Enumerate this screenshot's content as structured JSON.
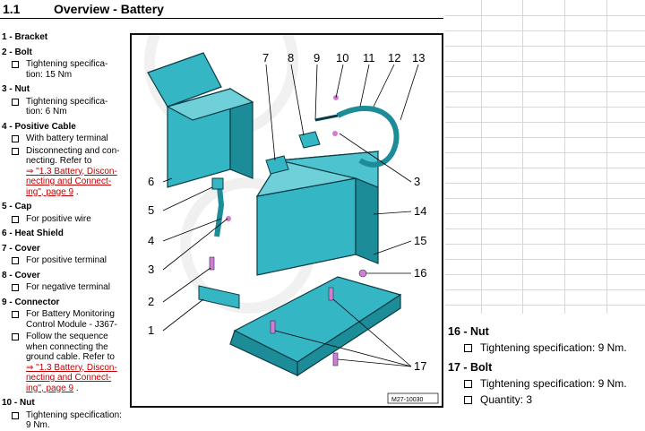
{
  "header": {
    "section_number": "1.1",
    "section_title": "Overview - Battery"
  },
  "left_parts": [
    {
      "label": "1 - Bracket",
      "items": []
    },
    {
      "label": "2 - Bolt",
      "items": [
        "Tightening specifica-",
        "tion: 15 Nm"
      ]
    },
    {
      "label": "3 - Nut",
      "items": [
        "Tightening specifica-",
        "tion: 6 Nm"
      ]
    },
    {
      "label": "4 - Positive Cable",
      "items": [
        "With battery terminal",
        "Disconnecting and con-",
        "necting. Refer to",
        "⇒ \"1.3 Battery, Discon-",
        "necting and Connect-",
        "ing\", page 9"
      ]
    },
    {
      "label": "5 - Cap",
      "items": [
        "For positive wire"
      ]
    },
    {
      "label": "6 - Heat Shield",
      "items": []
    },
    {
      "label": "7 - Cover",
      "items": [
        "For positive terminal"
      ]
    },
    {
      "label": "8 - Cover",
      "items": [
        "For negative terminal"
      ]
    },
    {
      "label": "9 - Connector",
      "items": [
        "For Battery Monitoring",
        "Control Module - J367-",
        "Follow the sequence",
        "when connecting the",
        "ground cable. Refer to",
        "⇒ \"1.3 Battery, Discon-",
        "necting and Connect-",
        "ing\", page 9"
      ]
    },
    {
      "label": "10 - Nut",
      "items": [
        "Tightening specification: 9 Nm."
      ]
    }
  ],
  "part2": {
    "label": "2 - Bolt",
    "l1": "Tightening specifica-",
    "l2": "tion: 15 Nm"
  },
  "part3": {
    "label": "3 - Nut",
    "l1": "Tightening specifica-",
    "l2": "tion: 6 Nm"
  },
  "part4": {
    "label": "4 - Positive Cable",
    "b1": "With battery terminal",
    "b2a": "Disconnecting and con-",
    "b2b": "necting. Refer to",
    "link1": "⇒ \"1.3 Battery, Discon-",
    "link2": "necting and Connect-",
    "link3": "ing\", page 9",
    "tail": " ."
  },
  "part5": {
    "label": "5 - Cap",
    "b1": "For positive wire"
  },
  "part6": {
    "label": "6 - Heat Shield"
  },
  "part7": {
    "label": "7 - Cover",
    "b1": "For positive terminal"
  },
  "part8": {
    "label": "8 - Cover",
    "b1": "For negative terminal"
  },
  "part9": {
    "label": "9 - Connector",
    "b1a": "For Battery Monitoring",
    "b1b": "Control Module - J367-",
    "b2a": "Follow the sequence",
    "b2b": "when connecting the",
    "b2c": "ground cable. Refer to",
    "link1": "⇒ \"1.3 Battery, Discon-",
    "link2": "necting and Connect-",
    "link3": "ing\", page 9",
    "tail": " ."
  },
  "part10": {
    "label": "10 - Nut",
    "b1": "Tightening specification: 9 Nm."
  },
  "part1": {
    "label": "1 - Bracket"
  },
  "right_parts": {
    "p16": {
      "label": "16 - Nut",
      "b1": "Tightening specification: 9 Nm."
    },
    "p17": {
      "label": "17 - Bolt",
      "b1": "Tightening specification: 9 Nm.",
      "b2": "Quantity: 3"
    }
  },
  "figure": {
    "callouts": [
      "1",
      "2",
      "3",
      "4",
      "5",
      "6",
      "7",
      "8",
      "9",
      "10",
      "11",
      "12",
      "13",
      "14",
      "15",
      "16",
      "17"
    ],
    "figure_code": "M27-10030",
    "colors": {
      "part_fill": "#35b6c4",
      "part_dark": "#1d8c99",
      "part_stroke": "#0a3c44",
      "accent": "#d67bd2"
    }
  }
}
